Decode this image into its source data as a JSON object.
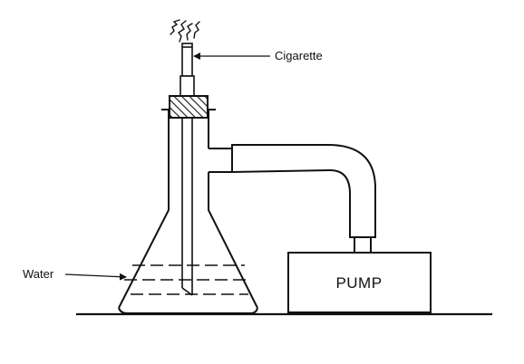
{
  "labels": {
    "cigarette": "Cigarette",
    "water": "Water",
    "pump": "PUMP"
  },
  "colors": {
    "stroke": "#111111",
    "background": "#ffffff"
  },
  "icons": {
    "smoke": "smoke-wisps-icon",
    "stopper": "hatched-stopper-icon"
  }
}
